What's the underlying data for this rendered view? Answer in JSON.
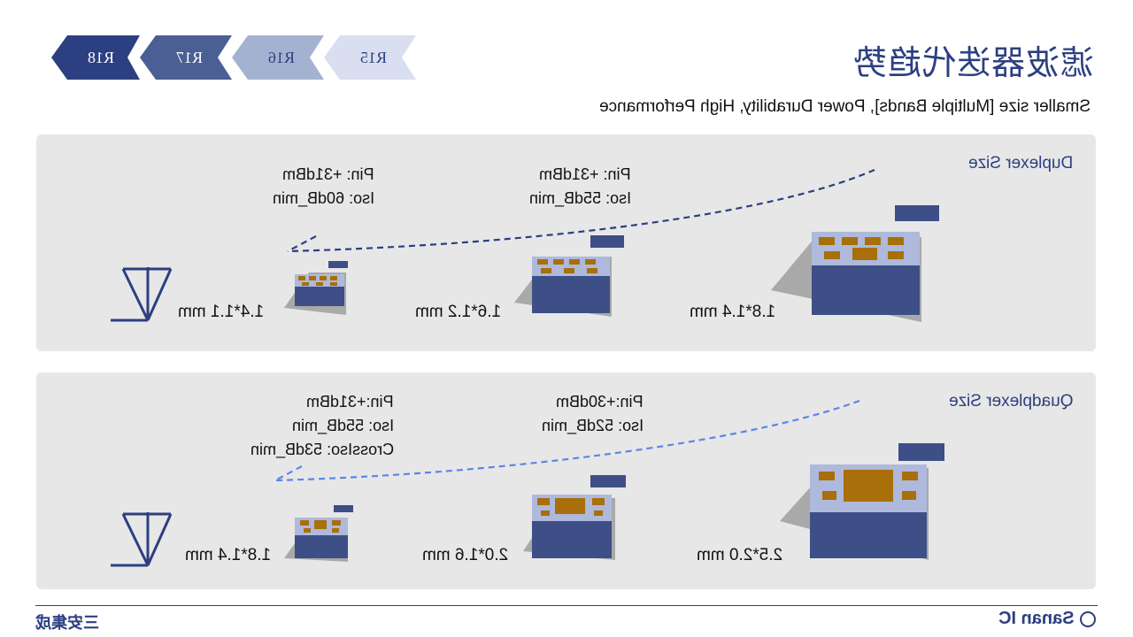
{
  "slide": {
    "title": "滤波器迭代趋势",
    "subtitle": "Smaller size [Multiple Bands], Power Durability, High Performance"
  },
  "releases": [
    {
      "label": "R18",
      "color": "#2c3f80",
      "text_color": "#ffffff"
    },
    {
      "label": "R17",
      "color": "#4b5f94",
      "text_color": "#ffffff"
    },
    {
      "label": "R16",
      "color": "#a4b2d2",
      "text_color": "#2c3f80"
    },
    {
      "label": "R15",
      "color": "#d9dff0",
      "text_color": "#2c3f80"
    }
  ],
  "duplexer": {
    "title": "Duplexer Size",
    "specs": [
      {
        "pin": "Pin: +31dBm",
        "iso": "Iso: 60dB_min"
      },
      {
        "pin": "Pin: +31dBm",
        "iso": "Iso: 55dB_min"
      }
    ],
    "sizes": [
      "1.4*1.1 mm",
      "1.6*1.2 mm",
      "1.8*1.4 mm"
    ]
  },
  "quadplexer": {
    "title": "Quadplexer Size",
    "specs": [
      {
        "pin": "Pin:+31dBm",
        "iso": "Iso: 55dB_min",
        "cross": "CrossIso: 53dB_min"
      },
      {
        "pin": "Pin:+30dBm",
        "iso": "Iso: 52dB_min"
      }
    ],
    "sizes": [
      "1.8*1.4 mm",
      "2.0*1.6 mm",
      "2.5*2.0 mm"
    ]
  },
  "footer": {
    "brand_cn": "三安集成",
    "brand_en": "Sanan IC"
  },
  "colors": {
    "accent": "#2c3f80",
    "arrow_dark": "#2c3f80",
    "arrow_light": "#5b86e8",
    "pad": "#a86f0a",
    "chip_top": "#aeb9dc",
    "chip_side": "#3d4f86"
  }
}
